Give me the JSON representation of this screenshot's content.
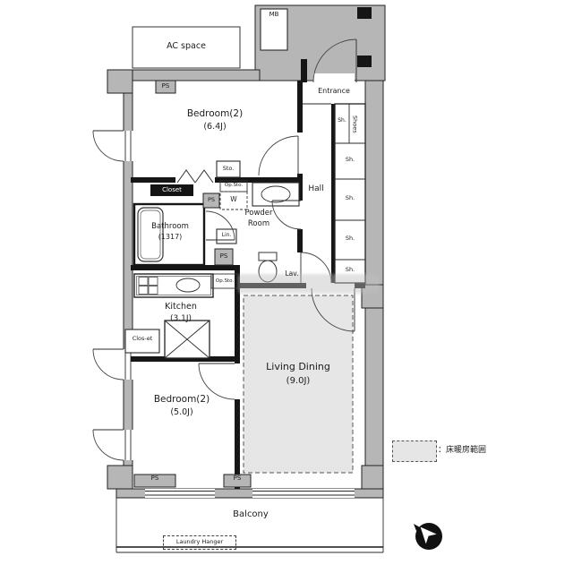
{
  "page": {
    "type": "apartment-floor-plan"
  },
  "rooms": {
    "bedroom1": {
      "name": "Bedroom(2)",
      "size": "(6.4J)"
    },
    "bedroom2": {
      "name": "Bedroom(2)",
      "size": "(5.0J)"
    },
    "living_dining": {
      "name": "Living Dining",
      "size": "(9.0J)"
    },
    "kitchen": {
      "name": "Kitchen",
      "size": "(3.1J)"
    },
    "bathroom": {
      "name": "Bathroom",
      "size": "(1317)"
    },
    "powder_room": {
      "line1": "Powder",
      "line2": "Room"
    },
    "hall": "Hall",
    "entrance": "Entrance",
    "balcony": "Balcony",
    "ac_space": "AC space"
  },
  "fixtures": {
    "mb": "MB",
    "ps": "PS",
    "sh": "Sh.",
    "shoes": "Shoes",
    "sto": "Sto.",
    "op_sto": "Op.Sto.",
    "washer": "W",
    "linen": "Lin.",
    "closet": "Closet",
    "closet_small": "Clos-et",
    "lavatory": "Lav.",
    "laundry_hanger": "Laundry Hanger"
  },
  "legend": {
    "floor_heating_label": "：床暖房範囲"
  },
  "colors": {
    "wall_gray": "#b6b6b6",
    "interior_wall": "#161616",
    "floor_heating_fill": "#e6e6e6"
  }
}
